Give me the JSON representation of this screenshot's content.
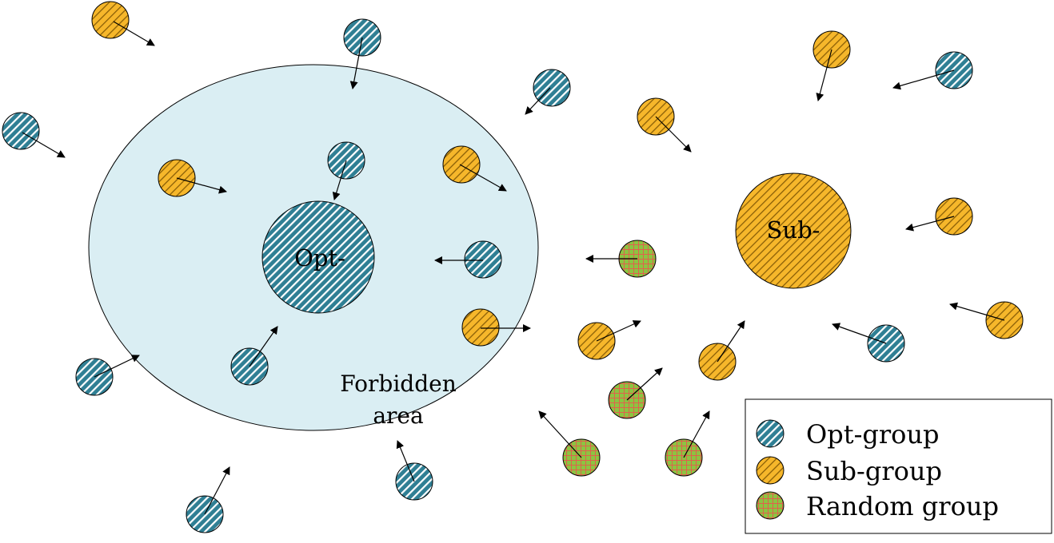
{
  "diagram": {
    "labels": {
      "opt_center": "Opt-",
      "sub_center": "Sub-",
      "forbidden_line1": "Forbidden",
      "forbidden_line2": "area"
    },
    "legend": {
      "items": [
        {
          "label": "Opt-group",
          "group": "opt"
        },
        {
          "label": "Sub-group",
          "group": "sub"
        },
        {
          "label": "Random group",
          "group": "random"
        }
      ]
    },
    "colors": {
      "opt": "#2f7f94",
      "sub": "#f6b72b",
      "random": "#8cc441",
      "random_grid": "#e0614c",
      "forbidden_area": "#daeef3",
      "outline": "#000000"
    }
  }
}
